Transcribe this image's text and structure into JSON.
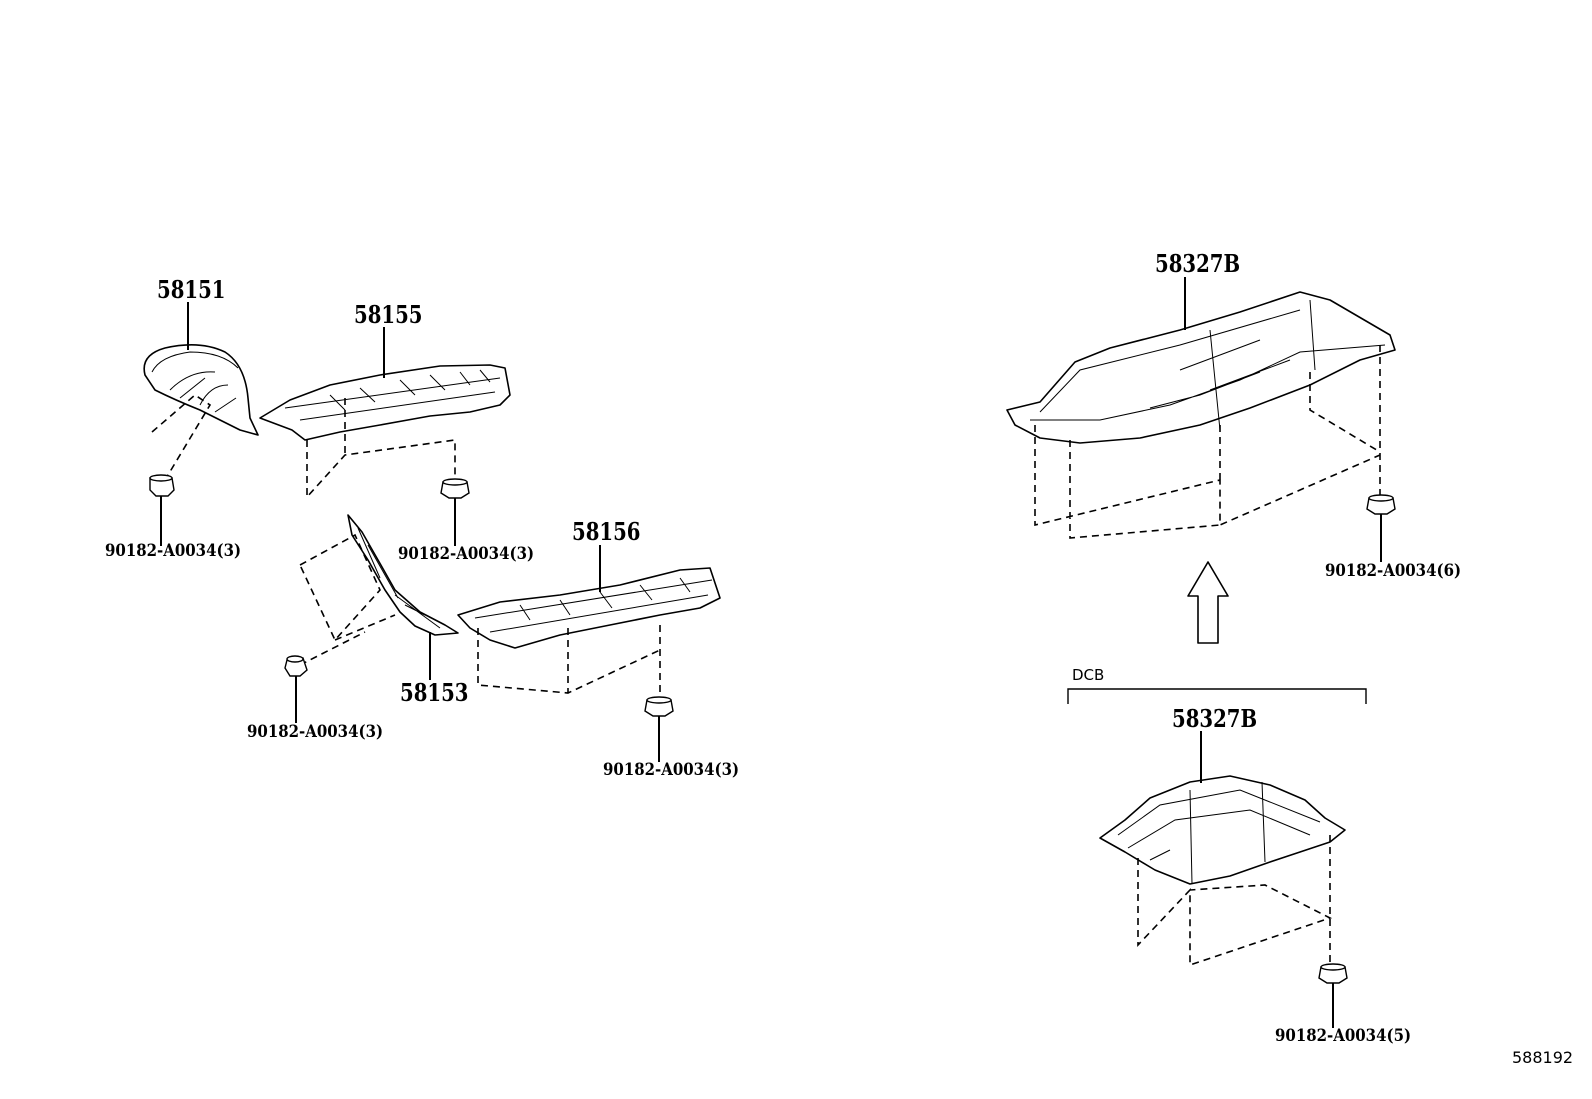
{
  "diagram": {
    "reference_code": "588192",
    "group_label": "DCB",
    "parts": [
      {
        "number": "58151"
      },
      {
        "number": "58155"
      },
      {
        "number": "58153"
      },
      {
        "number": "58156"
      },
      {
        "number": "58327B"
      },
      {
        "number": "58327B"
      }
    ],
    "fasteners": [
      {
        "label": "90182-A0034(3)"
      },
      {
        "label": "90182-A0034(3)"
      },
      {
        "label": "90182-A0034(3)"
      },
      {
        "label": "90182-A0034(3)"
      },
      {
        "label": "90182-A0034(6)"
      },
      {
        "label": "90182-A0034(5)"
      }
    ]
  }
}
